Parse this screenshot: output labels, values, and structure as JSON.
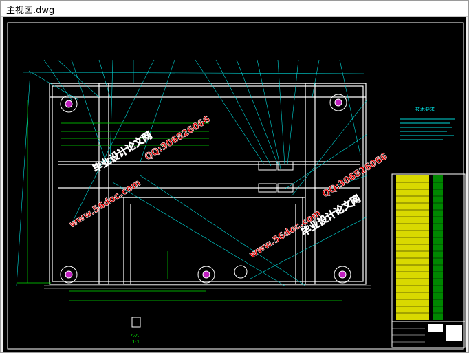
{
  "window": {
    "title": "主视图.dwg"
  },
  "drawing": {
    "tech_requirements_title": "技术要求",
    "section_label": "A-A",
    "scale_label": "1:1",
    "watermarks": {
      "site_top": "毕业设计论文网",
      "qq_top": "QQ:306826066",
      "url_left": "www.56doc.com",
      "site_right": "毕业设计论文网",
      "qq_right": "QQ:306826066",
      "url_center": "www.56doc.com"
    }
  },
  "colors": {
    "canvas_bg": "#000000",
    "frame_line": "#ffffff",
    "leader_line": "#00d8d8",
    "dim_line": "#00e000",
    "table_fill": "#ffff00",
    "watermark_red": "#e00000",
    "wheel_fill": "#c020c0"
  },
  "icons": {
    "app": "document-icon"
  }
}
